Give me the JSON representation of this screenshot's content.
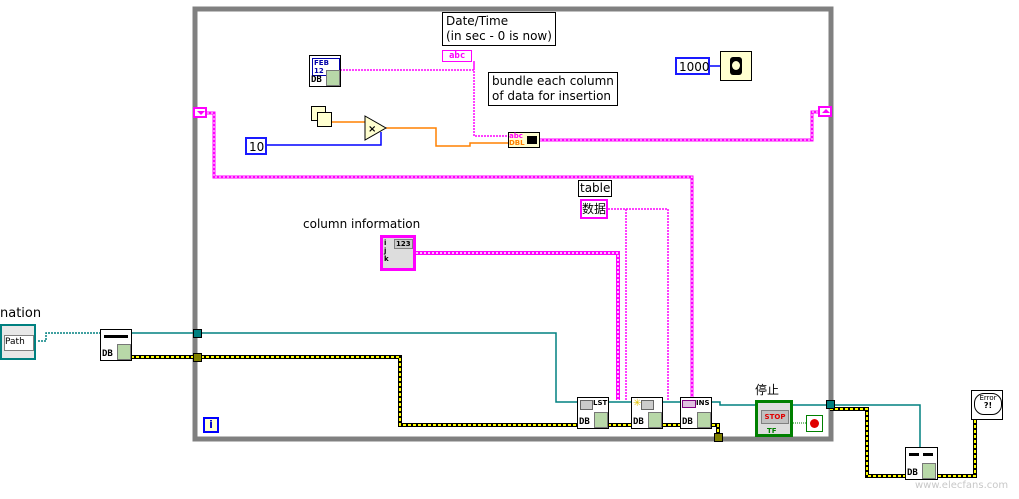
{
  "diagram": {
    "type": "LabVIEW block diagram",
    "partial_label_left": "nation",
    "path_terminal_label": "Path",
    "comments": {
      "datetime": [
        "Date/Time",
        "(in sec - 0 is now)"
      ],
      "bundle": [
        "bundle each column",
        "of data for insertion"
      ],
      "table": "table",
      "column_info": "column information",
      "stop": "停止"
    },
    "constants": {
      "wait_ms": "1000",
      "multiplier": "10",
      "table_name": "数据",
      "string_const": "abc"
    },
    "nodes": {
      "date_icon_text": "FEB 12",
      "db_label": "DB",
      "list_label": "LST",
      "insert_label": "INS",
      "stop_button": "STOP",
      "stop_tf": "TF",
      "error_label": "Error",
      "error_mark": "?!",
      "iteration": "i",
      "array_index": [
        "i",
        "j",
        "k"
      ],
      "array_numeric": "123",
      "bundle_types": [
        "abc",
        "DBL"
      ]
    },
    "colors": {
      "loop_frame": "#808080",
      "string_wire": "#ff00ff",
      "numeric_float_wire": "#ff8000",
      "numeric_int_wire": "#0000ff",
      "refnum_wire": "#008080",
      "error_wire": "#ffff00",
      "bool_wire": "#008000"
    },
    "watermark": "www.elecfans.com"
  }
}
